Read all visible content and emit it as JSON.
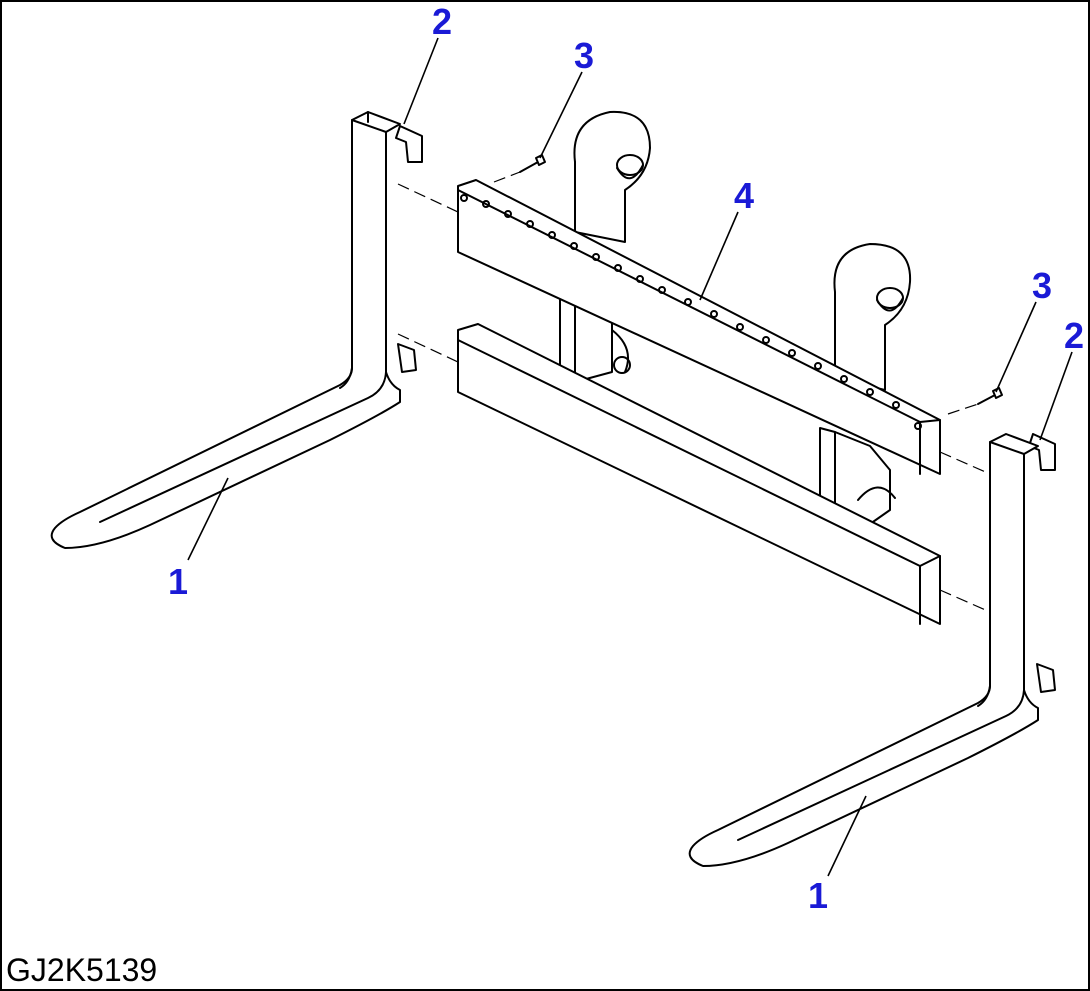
{
  "drawing_code": "GJ2K5139",
  "callouts": {
    "fork_left": "1",
    "fork_right": "1",
    "stopper_left": "2",
    "stopper_right": "2",
    "bolt_left": "3",
    "bolt_right": "3",
    "carriage": "4"
  },
  "colors": {
    "callout": "#1a1ad6",
    "line": "#000000",
    "background": "#ffffff"
  }
}
